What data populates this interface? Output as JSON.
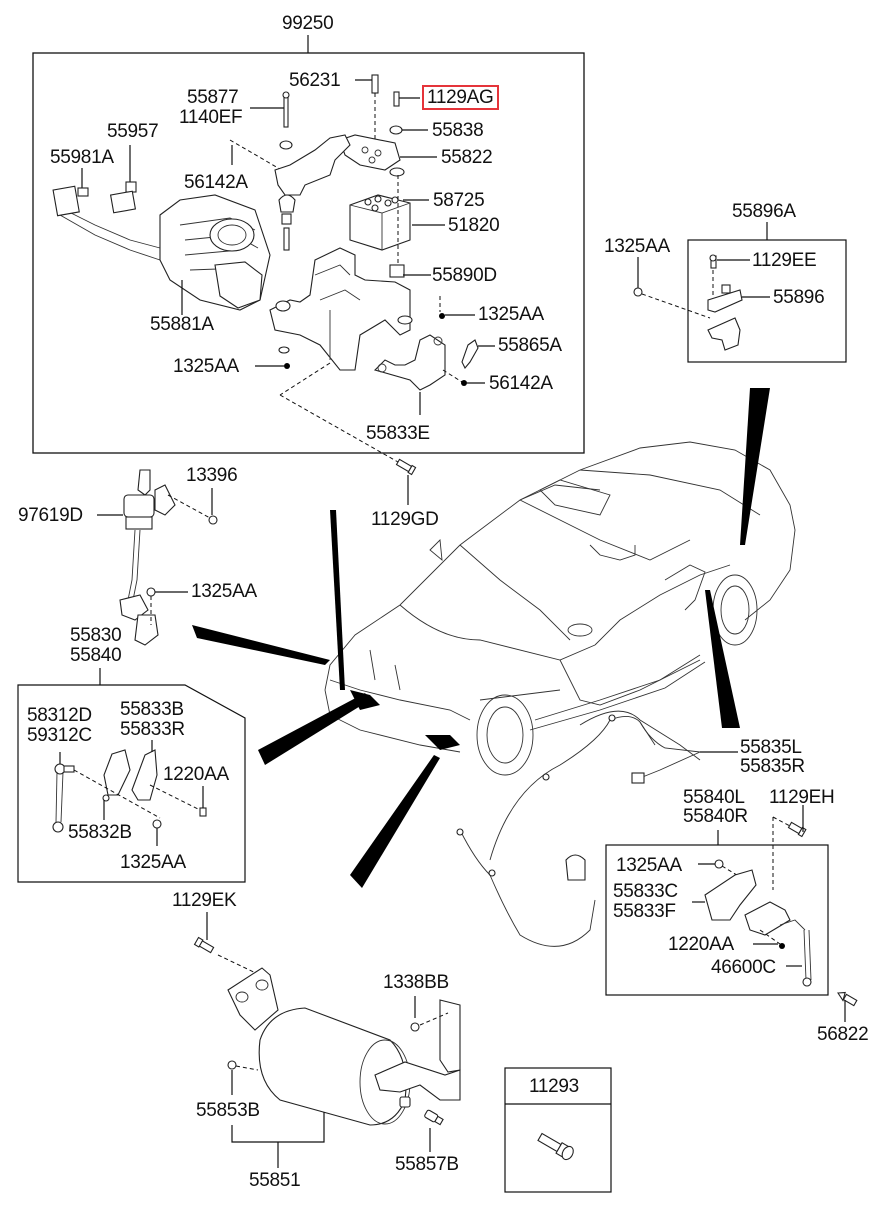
{
  "diagram": {
    "type": "parts-exploded-view",
    "highlight_color": "#e5343a",
    "groups": {
      "compressor_assembly": {
        "title": "99250",
        "parts": [
          "56231",
          "55877",
          "1140EF",
          "1129AG",
          "55838",
          "55957",
          "55822",
          "55981A",
          "56142A",
          "58725",
          "51820",
          "55890D",
          "1325AA",
          "55881A",
          "55865A",
          "1325AA",
          "56142A",
          "55833E"
        ],
        "highlighted": "1129AG"
      },
      "sensor_box_right": {
        "title": "55896A",
        "parts": [
          "1129EE",
          "55896"
        ]
      },
      "front_height_sensor_box": {
        "title": "55830 / 55840",
        "parts": [
          "58312D",
          "59312C",
          "55833B",
          "55833R",
          "1220AA",
          "55832B",
          "1325AA"
        ]
      },
      "rear_height_sensor_box": {
        "title": "55840L / 55840R",
        "parts": [
          "1325AA",
          "55833C",
          "55833F",
          "1220AA",
          "46600C"
        ]
      },
      "bolt_box": {
        "title": "11293"
      }
    },
    "labels": {
      "l99250": "99250",
      "l56231": "56231",
      "l1129AG": "1129AG",
      "l55877": "55877",
      "l1140EF": "1140EF",
      "l55838": "55838",
      "l55957": "55957",
      "l55822": "55822",
      "l55981A": "55981A",
      "l56142A_a": "56142A",
      "l58725": "58725",
      "l51820": "51820",
      "l55890D": "55890D",
      "l1325AA_a": "1325AA",
      "l55881A": "55881A",
      "l55865A": "55865A",
      "l1325AA_b": "1325AA",
      "l56142A_b": "56142A",
      "l55833E": "55833E",
      "l1129GD": "1129GD",
      "l55896A": "55896A",
      "l1325AA_c": "1325AA",
      "l1129EE": "1129EE",
      "l55896": "55896",
      "l13396": "13396",
      "l97619D": "97619D",
      "l1325AA_d": "1325AA",
      "l55830": "55830",
      "l55840": "55840",
      "l58312D": "58312D",
      "l59312C": "59312C",
      "l55833B": "55833B",
      "l55833R": "55833R",
      "l1220AA_a": "1220AA",
      "l55832B": "55832B",
      "l1325AA_e": "1325AA",
      "l55835L": "55835L",
      "l55835R": "55835R",
      "l55840L": "55840L",
      "l55840R": "55840R",
      "l1129EH": "1129EH",
      "l1325AA_f": "1325AA",
      "l55833C": "55833C",
      "l55833F": "55833F",
      "l1220AA_b": "1220AA",
      "l46600C": "46600C",
      "l56822": "56822",
      "l1129EK": "1129EK",
      "l1338BB": "1338BB",
      "l55853B": "55853B",
      "l55851": "55851",
      "l55857B": "55857B",
      "l11293": "11293"
    }
  }
}
